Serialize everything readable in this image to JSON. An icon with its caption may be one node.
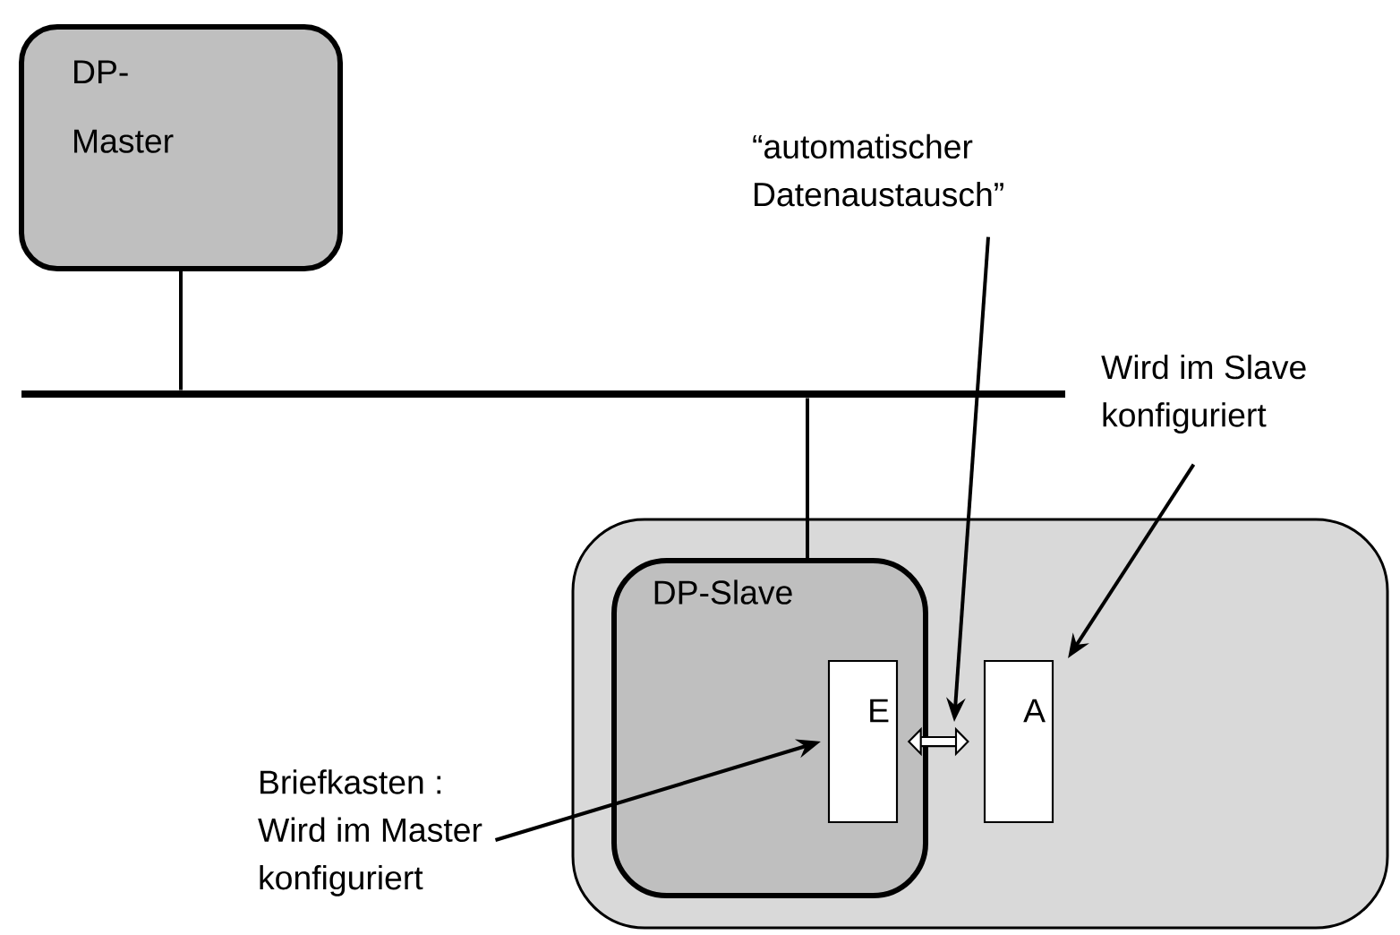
{
  "diagram": {
    "nodes": [
      {
        "text": [
          "DP- Master"
        ]
      },
      {
        "text": [],
        "shape": "bar"
      },
      {
        "text": [],
        "shape": "box"
      },
      {
        "text": [
          "DP-Slave"
        ],
        "in": 2
      },
      {
        "text": [
          "E"
        ],
        "in": 3
      },
      {
        "text": [
          "A"
        ],
        "in": 2
      },
      {
        "text": [
          "“automatischer Datenaustausch”"
        ]
      },
      {
        "text": [
          "Wird im Slave konfiguriert"
        ]
      },
      {
        "text": [
          "Briefkasten :",
          "Wird im Master konfiguriert"
        ]
      }
    ],
    "edges": [
      {
        "from": 0,
        "to": 1,
        "arrow": "none"
      },
      {
        "from": 1,
        "to": 3,
        "arrow": "none"
      },
      {
        "from": 4,
        "to": 5,
        "arrow": "both",
        "style": "thick"
      },
      {
        "from": 6,
        "to": null,
        "arrow": "to"
      },
      {
        "from": 7,
        "to": 5,
        "arrow": "to"
      },
      {
        "from": 8,
        "to": 4,
        "arrow": "to"
      }
    ]
  }
}
